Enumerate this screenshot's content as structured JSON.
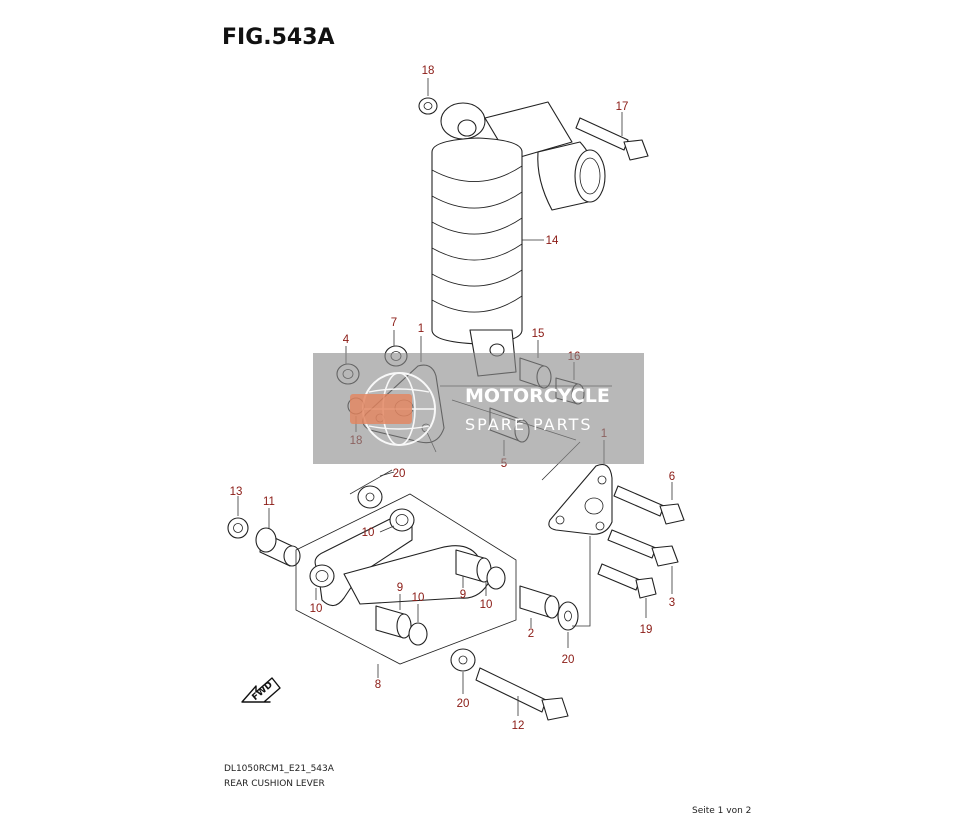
{
  "figure": {
    "title": "FIG.543A",
    "model_code": "DL1050RCM1_E21_543A",
    "caption": "REAR CUSHION LEVER",
    "page_label": "Seite 1 von 2"
  },
  "watermark": {
    "line1": "MOTORCYCLE",
    "line2": "SPARE PARTS"
  },
  "direction_badge": "FWD",
  "callouts": [
    {
      "id": "c18a",
      "label": "18"
    },
    {
      "id": "c17",
      "label": "17"
    },
    {
      "id": "c14",
      "label": "14"
    },
    {
      "id": "c4",
      "label": "4"
    },
    {
      "id": "c7",
      "label": "7"
    },
    {
      "id": "c1a",
      "label": "1"
    },
    {
      "id": "c15",
      "label": "15"
    },
    {
      "id": "c16",
      "label": "16"
    },
    {
      "id": "c18b",
      "label": "18"
    },
    {
      "id": "c5",
      "label": "5"
    },
    {
      "id": "c1b",
      "label": "1"
    },
    {
      "id": "c20a",
      "label": "20"
    },
    {
      "id": "c6",
      "label": "6"
    },
    {
      "id": "c13",
      "label": "13"
    },
    {
      "id": "c11",
      "label": "11"
    },
    {
      "id": "c10a",
      "label": "10"
    },
    {
      "id": "c9",
      "label": "9"
    },
    {
      "id": "c10b",
      "label": "10"
    },
    {
      "id": "c10c",
      "label": "10"
    },
    {
      "id": "c10d",
      "label": "10"
    },
    {
      "id": "c2",
      "label": "2"
    },
    {
      "id": "c3",
      "label": "3"
    },
    {
      "id": "c19",
      "label": "19"
    },
    {
      "id": "c20b",
      "label": "20"
    },
    {
      "id": "c8",
      "label": "8"
    },
    {
      "id": "c20c",
      "label": "20"
    },
    {
      "id": "c12",
      "label": "12"
    }
  ]
}
